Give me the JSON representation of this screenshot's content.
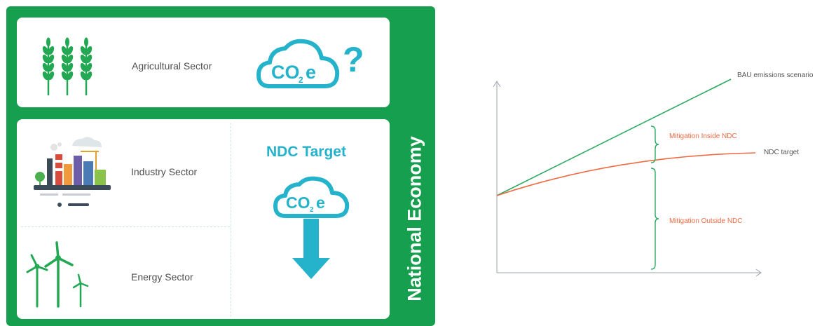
{
  "left_panel": {
    "agricultural_label": "Agricultural Sector",
    "industry_label": "Industry Sector",
    "energy_label": "Energy Sector",
    "ndc_target_title": "NDC Target",
    "vertical_title": "National Economy",
    "co2e_main": "CO",
    "co2e_sub": "2",
    "co2e_tail": "e",
    "question_mark": "?"
  },
  "right_chart": {
    "bau_label": "BAU emissions scenario",
    "ndc_target_label": "NDC target",
    "mitigation_inside_label": "Mitigation Inside NDC",
    "mitigation_outside_label": "Mitigation Outside NDC"
  },
  "colors": {
    "panel_green": "#159f4e",
    "teal": "#25b3cb",
    "bau_line": "#2eaa62",
    "ndc_line": "#ee6a43",
    "bracket": "#2eaa62"
  }
}
